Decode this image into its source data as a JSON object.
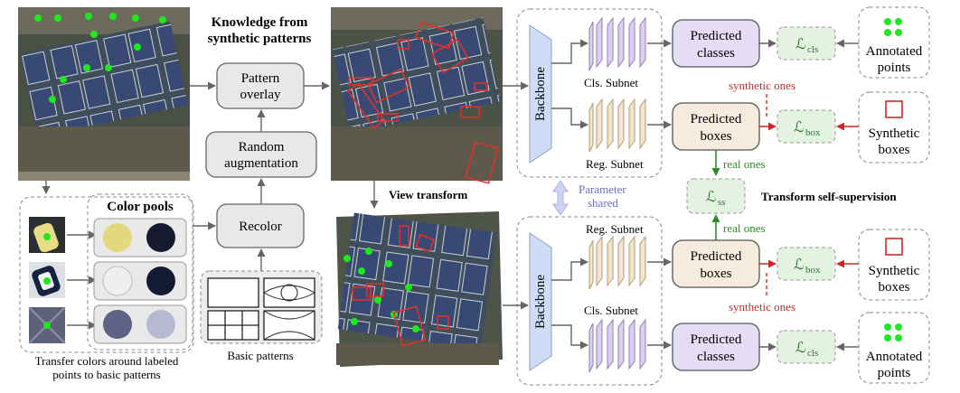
{
  "top_left": {
    "heading_line1": "Knowledge from",
    "heading_line2": "synthetic patterns"
  },
  "pipeline": {
    "pattern_overlay_l1": "Pattern",
    "pattern_overlay_l2": "overlay",
    "random_aug_l1": "Random",
    "random_aug_l2": "augmentation",
    "recolor": "Recolor",
    "color_pools_title": "Color pools",
    "basic_patterns": "Basic patterns",
    "transfer_l1": "Transfer colors around labeled",
    "transfer_l2": "points to basic patterns",
    "view_transform": "View transform"
  },
  "colors": {
    "pool1": [
      "#e2d97e",
      "#151a2e"
    ],
    "pool2": [
      "#eef0ef",
      "#131a33"
    ],
    "pool3": [
      "#5e6284",
      "#b6b9cf"
    ]
  },
  "network": {
    "backbone": "Backbone",
    "cls_subnet": "Cls. Subnet",
    "reg_subnet": "Reg. Subnet",
    "param_shared_l1": "Parameter",
    "param_shared_l2": "shared",
    "pred_classes_l1": "Predicted",
    "pred_classes_l2": "classes",
    "pred_boxes_l1": "Predicted",
    "pred_boxes_l2": "boxes",
    "loss_cls_main": "ℒ",
    "loss_cls_sub": "cls",
    "loss_box_main": "ℒ",
    "loss_box_sub": "box",
    "loss_ss_main": "ℒ",
    "loss_ss_sub": "ss",
    "synthetic_ones": "synthetic ones",
    "real_ones": "real ones",
    "transform_ss": "Transform self-supervision",
    "annotated_l1": "Annotated",
    "annotated_l2": "points",
    "synthetic_boxes_l1": "Synthetic",
    "synthetic_boxes_l2": "boxes"
  }
}
